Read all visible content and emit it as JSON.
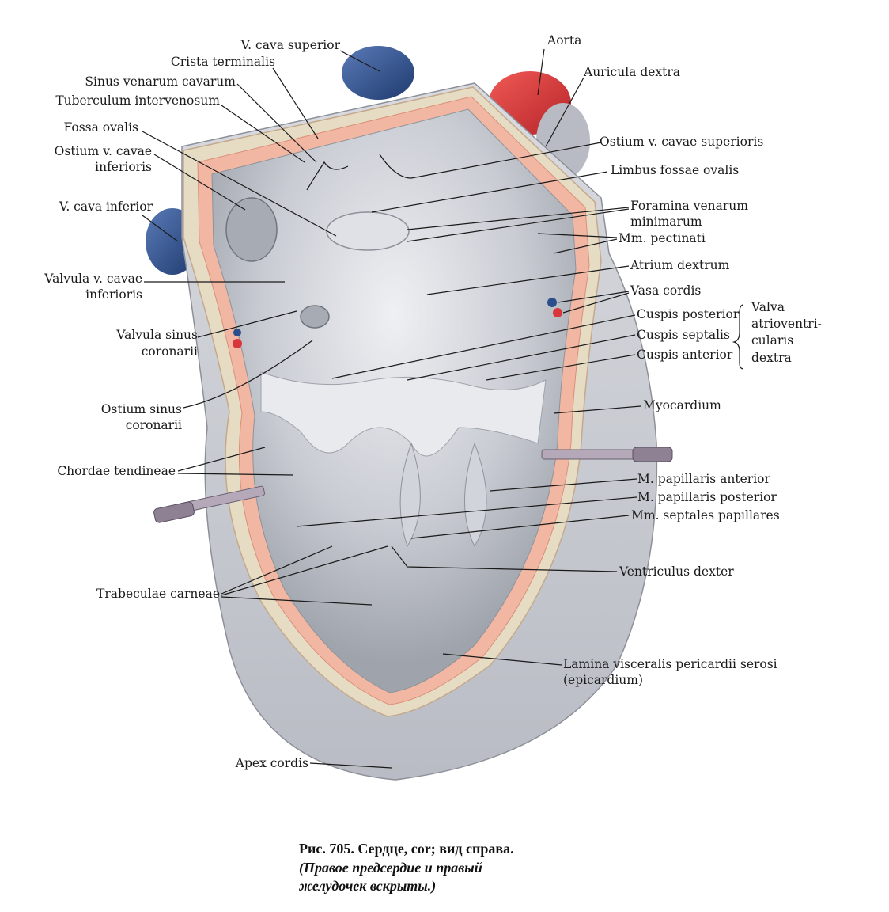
{
  "labels": {
    "v_cava_superior": "V. cava superior",
    "crista_terminalis": "Crista terminalis",
    "sinus_venarum": "Sinus venarum cavarum",
    "tuberculum": "Tuberculum intervenosum",
    "fossa_ovalis": "Fossa ovalis",
    "ostium_cavae_inf_1": "Ostium v. cavae",
    "ostium_cavae_inf_2": "inferioris",
    "v_cava_inferior": "V. cava inferior",
    "valvula_cavae_1": "Valvula v. cavae",
    "valvula_cavae_2": "inferioris",
    "valvula_sinus_1": "Valvula sinus",
    "valvula_sinus_2": "coronarii",
    "ostium_sinus_1": "Ostium sinus",
    "ostium_sinus_2": "coronarii",
    "chordae": "Chordae tendineae",
    "trabeculae": "Trabeculae carneae",
    "apex": "Apex cordis",
    "aorta": "Aorta",
    "auricula": "Auricula dextra",
    "ostium_cavae_sup": "Ostium v. cavae superioris",
    "limbus": "Limbus fossae ovalis",
    "foramina_1": "Foramina venarum",
    "foramina_2": "minimarum",
    "pectinati": "Mm. pectinati",
    "atrium": "Atrium dextrum",
    "vasa": "Vasa cordis",
    "cuspis_post": "Cuspis posterior",
    "cuspis_sept": "Cuspis septalis",
    "cuspis_ant": "Cuspis anterior",
    "valva_1": "Valva",
    "valva_2": "atrioventri-",
    "valva_3": "cularis",
    "valva_4": "dextra",
    "myocardium": "Myocardium",
    "pap_ant": "M. papillaris anterior",
    "pap_post": "M. papillaris posterior",
    "septales": "Mm. septales papillares",
    "ventriculus": "Ventriculus dexter",
    "lamina_1": "Lamina visceralis pericardii serosi",
    "lamina_2": "(epicardium)"
  },
  "caption": {
    "line1": "Рис. 705. Сердце, cor; вид справа.",
    "line2": "(Правое предсердие и правый",
    "line3": "желудочек вскрыты.)"
  },
  "colors": {
    "vein": "#2c4f8c",
    "artery": "#d8363a",
    "myocardium": "#f2b7a2",
    "epicardium": "#e6dcc4",
    "interior": "#c9ccd3"
  }
}
